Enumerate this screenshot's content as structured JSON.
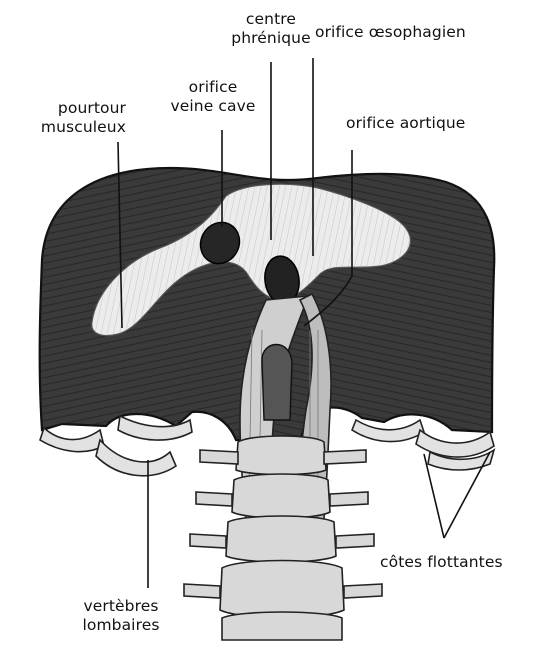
{
  "labels": {
    "centre_phrenique": [
      "centre",
      "phrénique"
    ],
    "orifice_oesophagien": "orifice œsophagien",
    "orifice_veine_cave": [
      "orifice",
      "veine cave"
    ],
    "pourtour_musculeux": [
      "pourtour",
      "musculeux"
    ],
    "orifice_aortique": "orifice aortique",
    "vertebres_lombaires": [
      "vertèbres",
      "lombaires"
    ],
    "cotes_flottantes": "côtes flottantes"
  },
  "colors": {
    "ink": "#111111",
    "muscle_dark": "#3a3a3a",
    "tendon_light": "#e9e9e9",
    "bone": "#d8d8d8",
    "background": "#ffffff"
  }
}
